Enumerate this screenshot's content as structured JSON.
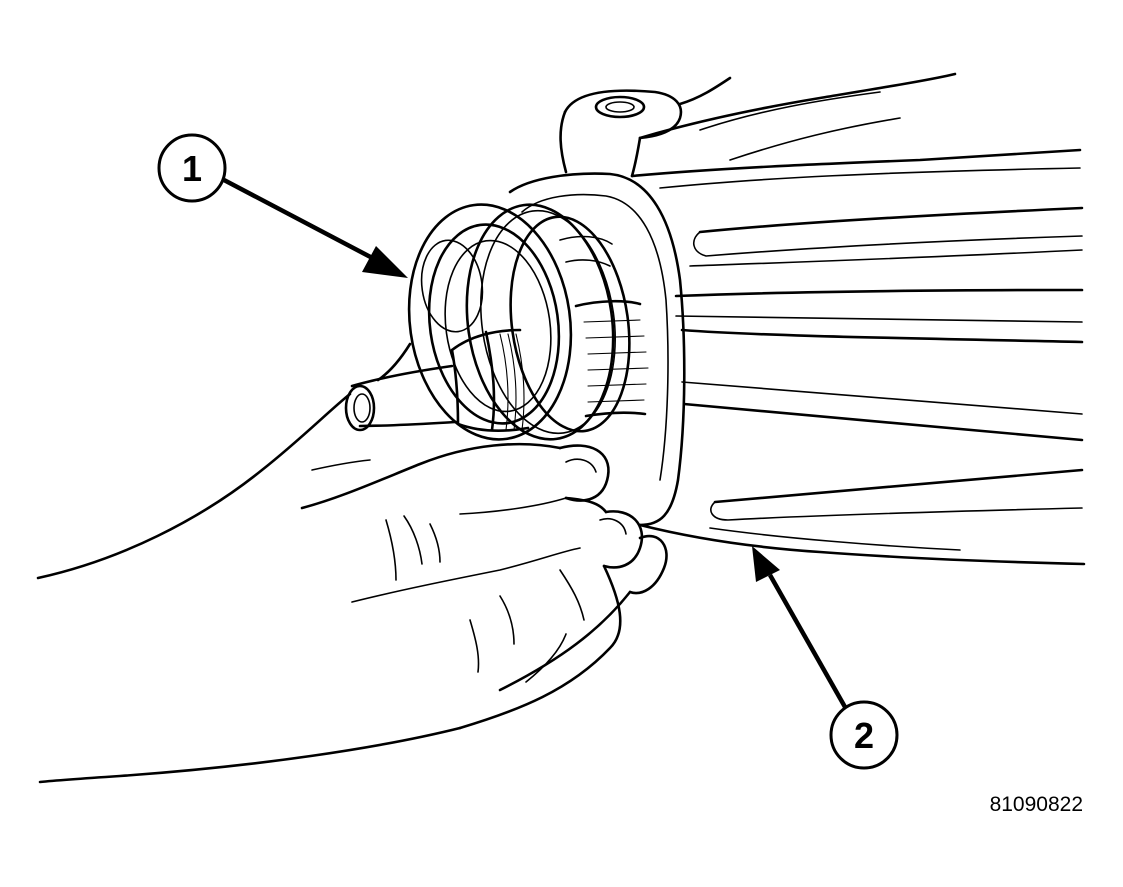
{
  "callouts": [
    {
      "label": "1"
    },
    {
      "label": "2"
    }
  ],
  "figure_id": "81090822"
}
